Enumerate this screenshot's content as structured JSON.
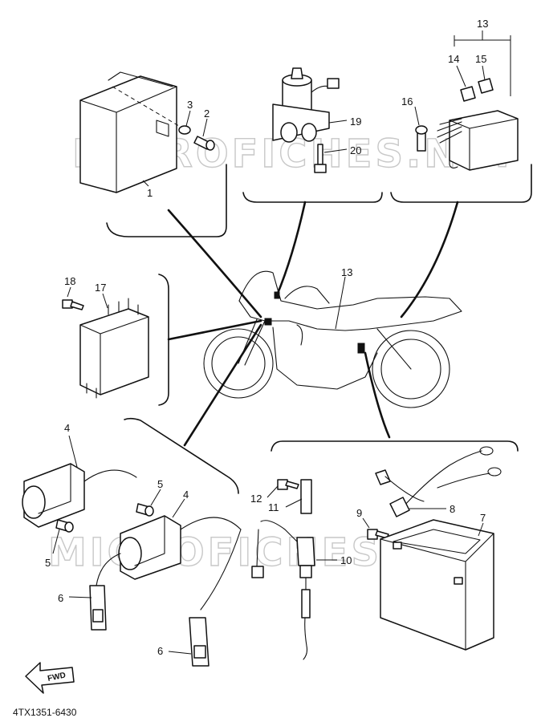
{
  "watermark": "MICROFICHES.NET",
  "drawing_code": "4TX1351-6430",
  "fwd_label": "FWD",
  "callouts": {
    "c1": "1",
    "c2": "2",
    "c3": "3",
    "c4a": "4",
    "c4b": "4",
    "c5a": "5",
    "c5b": "5",
    "c6a": "6",
    "c6b": "6",
    "c7": "7",
    "c8": "8",
    "c9": "9",
    "c10": "10",
    "c11": "11",
    "c12": "12",
    "c13a": "13",
    "c13b": "13",
    "c14": "14",
    "c15": "15",
    "c16": "16",
    "c17": "17",
    "c18": "18",
    "c19": "19",
    "c20": "20"
  }
}
